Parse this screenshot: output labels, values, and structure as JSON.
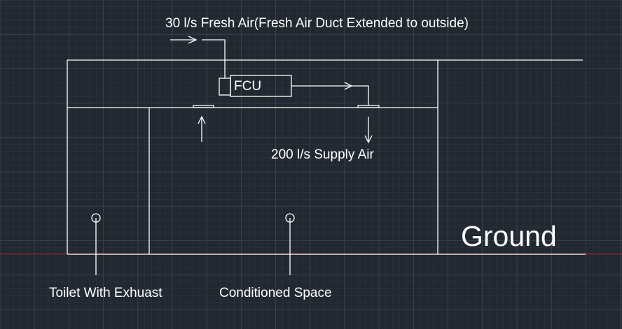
{
  "labels": {
    "fresh_air": "30 l/s Fresh Air(Fresh Air Duct Extended to outside)",
    "fcu": "FCU",
    "supply_air": "200 l/s Supply Air",
    "ground": "Ground",
    "toilet": "Toilet With Exhuast",
    "conditioned": "Conditioned Space"
  },
  "colors": {
    "background": "#212830",
    "grid_minor": "#2a313b",
    "grid_major": "#3a4252",
    "linework": "#ffffff",
    "ground_axis": "#a3202a"
  }
}
